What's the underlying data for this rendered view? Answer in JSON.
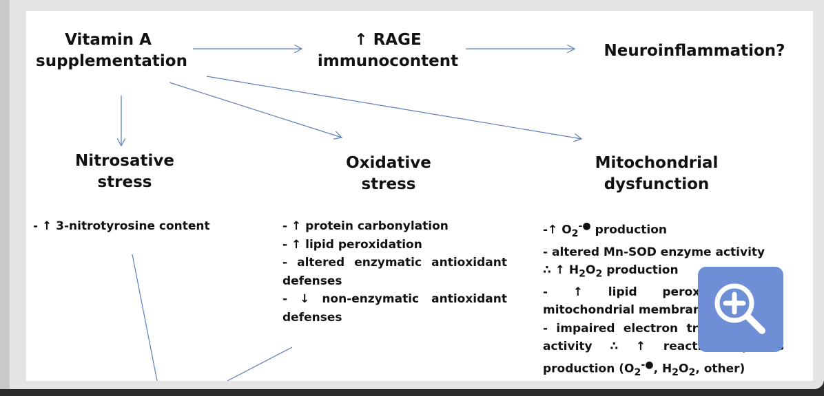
{
  "nodes": {
    "vitamin_a": "Vitamin A\nsupplementation",
    "rage": "↑ RAGE\nimmunocontent",
    "neuroinflammation": "Neuroinflammation?",
    "nitrosative": "Nitrosative\nstress",
    "oxidative": "Oxidative\nstress",
    "mitochondrial": "Mitochondrial\ndysfunction"
  },
  "lists": {
    "nitrosative": [
      "- ↑ 3-nitrotyrosine content"
    ],
    "oxidative": [
      "- ↑ protein carbonylation",
      "- ↑ lipid peroxidation",
      "- altered enzymatic antioxidant defenses",
      "- ↓ non-enzymatic antioxidant defenses"
    ],
    "mitochondrial": {
      "item1_pre": "-↑ O",
      "item1_sub": "2",
      "item1_sup": "-●",
      "item1_post": " production",
      "item2": "- altered Mn-SOD enzyme activity",
      "item3_pre": "∴ ↑ H",
      "item3_sub1": "2",
      "item3_mid": "O",
      "item3_sub2": "2",
      "item3_post": " production",
      "item4": "- ↑ lipid peroxidation in mitochondrial membranes",
      "item5_pre": "- impaired electron transfer chain activity ∴ ↑ reactive species production (O",
      "item5_sub1": "2",
      "item5_sup1": "-●",
      "item5_mid": ", H",
      "item5_sub2": "2",
      "item5_mid2": "O",
      "item5_sub3": "2",
      "item5_post": ", other)"
    }
  },
  "zoom_button": {
    "icon": "zoom-in-icon"
  },
  "colors": {
    "arrow": "#5b7fb5",
    "zoom_bg": "#6e8fd6",
    "text": "#111111"
  }
}
